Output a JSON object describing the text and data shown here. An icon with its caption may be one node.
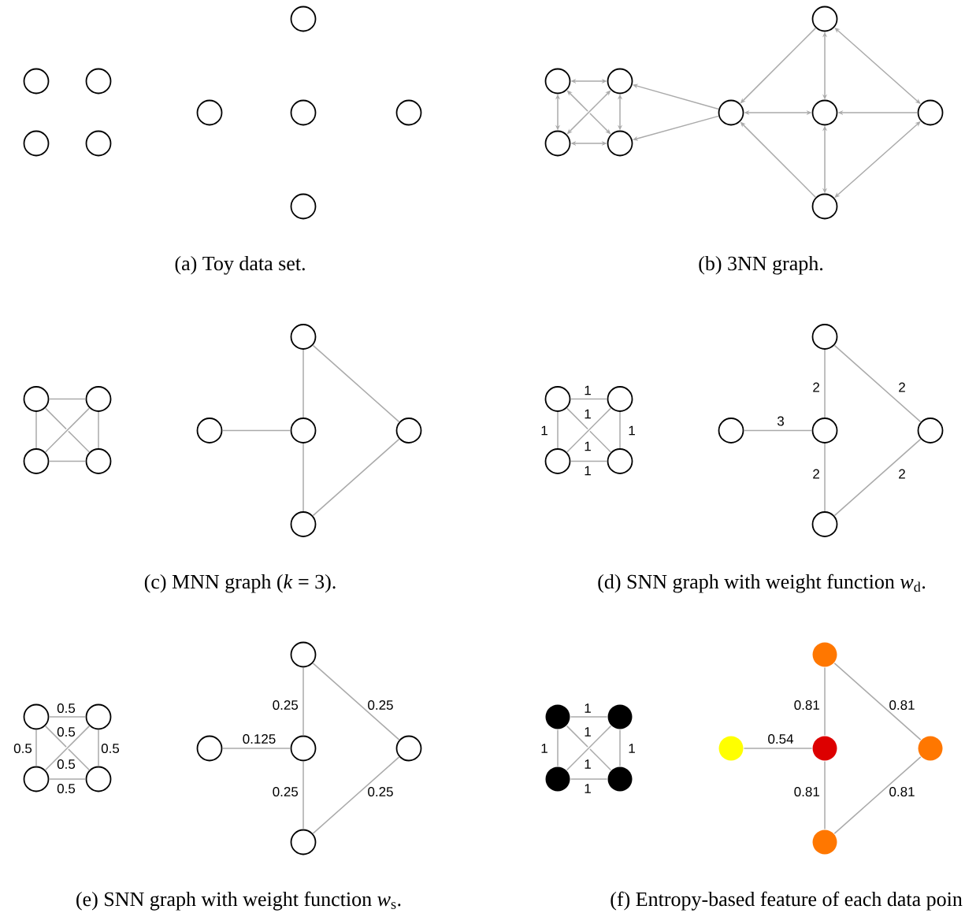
{
  "diagram": {
    "nodes": [
      {
        "text": [],
        "shape": "circle"
      },
      {
        "text": [],
        "shape": "circle"
      },
      {
        "text": [],
        "shape": "circle"
      },
      {
        "text": [],
        "shape": "circle"
      },
      {
        "text": [],
        "shape": "circle"
      },
      {
        "text": [],
        "shape": "circle"
      },
      {
        "text": [],
        "shape": "circle"
      },
      {
        "text": [],
        "shape": "circle"
      },
      {
        "text": [],
        "shape": "circle"
      },
      {
        "text": [],
        "shape": "circle"
      },
      {
        "text": [],
        "shape": "circle"
      },
      {
        "text": [],
        "shape": "circle"
      },
      {
        "text": [],
        "shape": "circle"
      },
      {
        "text": [],
        "shape": "circle"
      },
      {
        "text": [],
        "shape": "circle"
      },
      {
        "text": [],
        "shape": "circle"
      },
      {
        "text": [],
        "shape": "circle"
      },
      {
        "text": [],
        "shape": "circle"
      },
      {
        "text": [],
        "shape": "circle"
      },
      {
        "text": [],
        "shape": "circle"
      },
      {
        "text": [],
        "shape": "circle"
      },
      {
        "text": [],
        "shape": "circle"
      },
      {
        "text": [],
        "shape": "circle"
      },
      {
        "text": [],
        "shape": "circle"
      },
      {
        "text": [],
        "shape": "circle"
      },
      {
        "text": [],
        "shape": "circle"
      },
      {
        "text": [],
        "shape": "circle"
      },
      {
        "text": [],
        "shape": "circle"
      },
      {
        "text": [],
        "shape": "circle"
      },
      {
        "text": [],
        "shape": "circle"
      },
      {
        "text": [],
        "shape": "circle"
      },
      {
        "text": [],
        "shape": "circle"
      },
      {
        "text": [],
        "shape": "circle"
      },
      {
        "text": [],
        "shape": "circle"
      },
      {
        "text": [],
        "shape": "circle"
      },
      {
        "text": [],
        "shape": "circle"
      },
      {
        "text": [],
        "shape": "circle"
      },
      {
        "text": [],
        "shape": "circle"
      },
      {
        "text": [],
        "shape": "circle"
      },
      {
        "text": [],
        "shape": "circle"
      },
      {
        "text": [],
        "shape": "circle"
      },
      {
        "text": [],
        "shape": "circle"
      },
      {
        "text": [],
        "shape": "circle"
      },
      {
        "text": [],
        "shape": "circle"
      },
      {
        "text": [],
        "shape": "circle"
      },
      {
        "text": [],
        "shape": "circle"
      },
      {
        "text": [],
        "shape": "circle"
      },
      {
        "text": [],
        "shape": "circle"
      },
      {
        "text": [],
        "shape": "circle"
      },
      {
        "text": [],
        "shape": "circle"
      },
      {
        "text": [],
        "shape": "circle"
      },
      {
        "text": [],
        "shape": "circle"
      },
      {
        "text": [],
        "shape": "circle"
      },
      {
        "text": [],
        "shape": "circle"
      }
    ],
    "edges": [
      {
        "from": 9,
        "to": 10,
        "arrow": "both"
      },
      {
        "from": 9,
        "to": 12,
        "arrow": "both"
      },
      {
        "from": 10,
        "to": 11,
        "arrow": "both"
      },
      {
        "from": 9,
        "to": 11,
        "arrow": "both"
      },
      {
        "from": 10,
        "to": 12,
        "arrow": "both"
      },
      {
        "from": 11,
        "to": 12,
        "arrow": "both"
      },
      {
        "from": 14,
        "to": 10,
        "arrow": "to"
      },
      {
        "from": 14,
        "to": 12,
        "arrow": "to"
      },
      {
        "from": 13,
        "to": 14,
        "arrow": "to"
      },
      {
        "from": 13,
        "to": 15,
        "arrow": "both"
      },
      {
        "from": 13,
        "to": 16,
        "arrow": "both"
      },
      {
        "from": 14,
        "to": 15,
        "arrow": "both"
      },
      {
        "from": 16,
        "to": 15,
        "arrow": "to"
      },
      {
        "from": 17,
        "to": 14,
        "arrow": "to"
      },
      {
        "from": 15,
        "to": 17,
        "arrow": "both"
      },
      {
        "from": 16,
        "to": 17,
        "arrow": "both"
      },
      {
        "from": 18,
        "to": 19,
        "arrow": "none"
      },
      {
        "from": 18,
        "to": 21,
        "arrow": "none"
      },
      {
        "from": 19,
        "to": 20,
        "arrow": "none"
      },
      {
        "from": 18,
        "to": 20,
        "arrow": "none"
      },
      {
        "from": 19,
        "to": 21,
        "arrow": "none"
      },
      {
        "from": 20,
        "to": 21,
        "arrow": "none"
      },
      {
        "from": 23,
        "to": 24,
        "arrow": "none"
      },
      {
        "from": 22,
        "to": 24,
        "arrow": "none"
      },
      {
        "from": 22,
        "to": 25,
        "arrow": "none"
      },
      {
        "from": 24,
        "to": 26,
        "arrow": "none"
      },
      {
        "from": 25,
        "to": 26,
        "arrow": "none"
      },
      {
        "from": 27,
        "to": 28,
        "label": "1",
        "arrow": "none"
      },
      {
        "from": 27,
        "to": 30,
        "label": "1",
        "arrow": "none"
      },
      {
        "from": 28,
        "to": 29,
        "label": "1",
        "arrow": "none"
      },
      {
        "from": 27,
        "to": 29,
        "label": "1",
        "arrow": "none"
      },
      {
        "from": 28,
        "to": 30,
        "label": "1",
        "arrow": "none"
      },
      {
        "from": 29,
        "to": 30,
        "label": "1",
        "arrow": "none"
      },
      {
        "from": 32,
        "to": 33,
        "label": "3",
        "arrow": "none"
      },
      {
        "from": 31,
        "to": 33,
        "label": "2",
        "arrow": "none"
      },
      {
        "from": 31,
        "to": 34,
        "label": "2",
        "arrow": "none"
      },
      {
        "from": 33,
        "to": 35,
        "label": "2",
        "arrow": "none"
      },
      {
        "from": 34,
        "to": 35,
        "label": "2",
        "arrow": "none"
      },
      {
        "from": 36,
        "to": 37,
        "label": "0.5",
        "arrow": "none"
      },
      {
        "from": 36,
        "to": 39,
        "label": "0.5",
        "arrow": "none"
      },
      {
        "from": 37,
        "to": 38,
        "label": "0.5",
        "arrow": "none"
      },
      {
        "from": 36,
        "to": 38,
        "label": "0.5",
        "arrow": "none"
      },
      {
        "from": 37,
        "to": 39,
        "label": "0.5",
        "arrow": "none"
      },
      {
        "from": 38,
        "to": 39,
        "label": "0.5",
        "arrow": "none"
      },
      {
        "from": 41,
        "to": 42,
        "label": "0.125",
        "arrow": "none"
      },
      {
        "from": 40,
        "to": 42,
        "label": "0.25",
        "arrow": "none"
      },
      {
        "from": 40,
        "to": 43,
        "label": "0.25",
        "arrow": "none"
      },
      {
        "from": 42,
        "to": 44,
        "label": "0.25",
        "arrow": "none"
      },
      {
        "from": 43,
        "to": 44,
        "label": "0.25",
        "arrow": "none"
      },
      {
        "from": 45,
        "to": 46,
        "label": "1",
        "arrow": "none"
      },
      {
        "from": 45,
        "to": 48,
        "label": "1",
        "arrow": "none"
      },
      {
        "from": 46,
        "to": 47,
        "label": "1",
        "arrow": "none"
      },
      {
        "from": 45,
        "to": 47,
        "label": "1",
        "arrow": "none"
      },
      {
        "from": 46,
        "to": 48,
        "label": "1",
        "arrow": "none"
      },
      {
        "from": 47,
        "to": 48,
        "label": "1",
        "arrow": "none"
      },
      {
        "from": 50,
        "to": 51,
        "label": "0.54",
        "arrow": "none"
      },
      {
        "from": 49,
        "to": 51,
        "label": "0.81",
        "arrow": "none"
      },
      {
        "from": 49,
        "to": 52,
        "label": "0.81",
        "arrow": "none"
      },
      {
        "from": 51,
        "to": 53,
        "label": "0.81",
        "arrow": "none"
      },
      {
        "from": 52,
        "to": 53,
        "label": "0.81",
        "arrow": "none"
      }
    ],
    "labels": [
      "(a) Toy data set.",
      "(b) 3NN graph.",
      "(c) MNN graph (*k* = 3).",
      "(d) SNN graph with weight function *w*$_{d}$.",
      "(e) SNN graph with weight function *w*$_{s}$.",
      "(f) Entropy-based feature of each data poin"
    ]
  }
}
